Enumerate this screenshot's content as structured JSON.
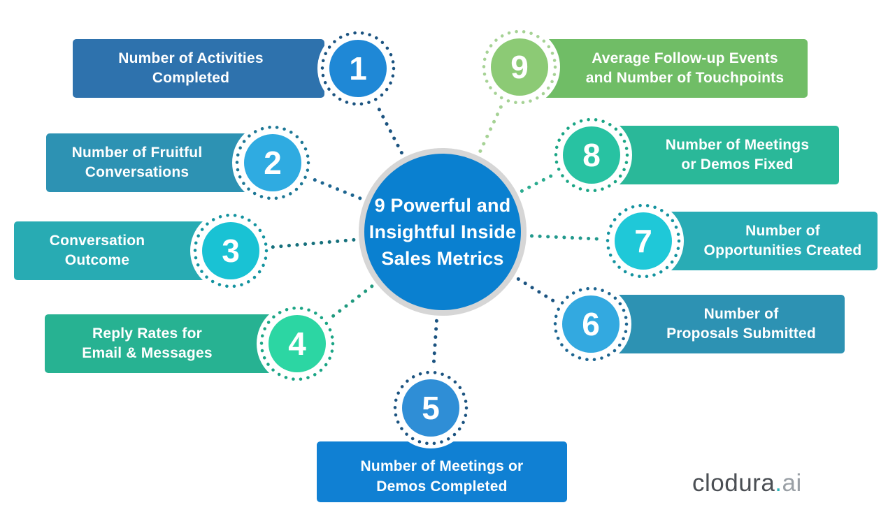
{
  "center": {
    "title": "9 Powerful and\nInsightful Inside\nSales Metrics",
    "bg_color": "#0a80d0",
    "ring_color": "#d6d6d6"
  },
  "logo": {
    "name": "clodura",
    "dot": ".",
    "tld": "ai",
    "name_color": "#4b4f54",
    "dot_color": "#2ab5ba",
    "tld_color": "#9aa0a6"
  },
  "items": [
    {
      "number": "1",
      "label": "Number of Activities\nCompleted",
      "colors": {
        "bar": "#2e72ad",
        "circle": "#1f88d6",
        "ring": "#1b5380",
        "spoke": "#1b5380"
      }
    },
    {
      "number": "2",
      "label": "Number of Fruitful\nConversations",
      "colors": {
        "bar": "#2d92b3",
        "circle": "#2fabe1",
        "ring": "#1d7795",
        "spoke": "#1d6590"
      }
    },
    {
      "number": "3",
      "label": "Conversation\nOutcome",
      "colors": {
        "bar": "#28abb3",
        "circle": "#19c2d4",
        "ring": "#14939f",
        "spoke": "#16707c"
      }
    },
    {
      "number": "4",
      "label": "Reply Rates for\nEmail & Messages",
      "colors": {
        "bar": "#27b292",
        "circle": "#2cd6a3",
        "ring": "#1ba585",
        "spoke": "#1f997e"
      }
    },
    {
      "number": "5",
      "label": "Number of Meetings or\nDemos Completed",
      "colors": {
        "bar": "#1080d3",
        "circle": "#2f8ed6",
        "ring": "#1b5380",
        "spoke": "#1b5380"
      }
    },
    {
      "number": "6",
      "label": "Number of\nProposals Submitted",
      "colors": {
        "bar": "#2d92b3",
        "circle": "#33a9e0",
        "ring": "#1d6590",
        "spoke": "#1b5380"
      }
    },
    {
      "number": "7",
      "label": "Number of\nOpportunities Created",
      "colors": {
        "bar": "#29acb5",
        "circle": "#1fc8d8",
        "ring": "#14939f",
        "spoke": "#22998c"
      }
    },
    {
      "number": "8",
      "label": "Number of Meetings\nor Demos Fixed",
      "colors": {
        "bar": "#2ab899",
        "circle": "#28c2a2",
        "ring": "#1ba585",
        "spoke": "#2bab8f"
      }
    },
    {
      "number": "9",
      "label": "Average Follow-up Events\nand Number of Touchpoints",
      "colors": {
        "bar": "#70bd66",
        "circle": "#8cca75",
        "ring": "#a6d295",
        "spoke": "#a6d295"
      }
    }
  ]
}
